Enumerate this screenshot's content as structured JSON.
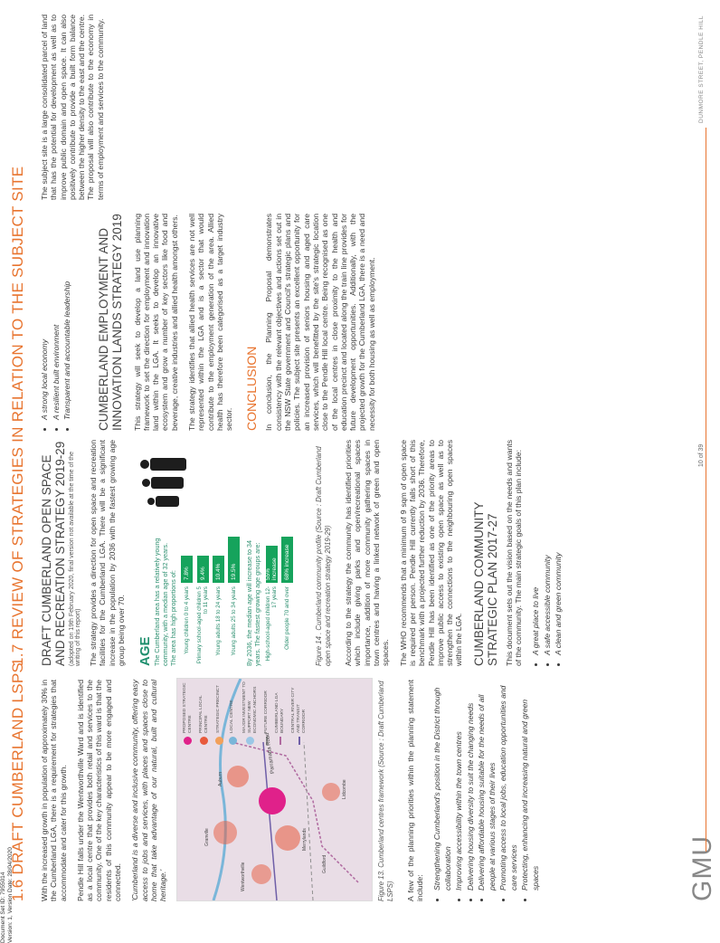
{
  "sec16": {
    "title": "1.6   DRAFT CUMBERLAND LSPS",
    "p1": "With the increased growth in population of approximately 30% in the Cumberland LGA, there is a requirement for strategies that accommodate and cater for this growth.",
    "p2": "Pendle Hill falls under the Wentworthville Ward and is identified as a local centre that provides both retail and services to the community. One of the key characteristics of this ward is that the residents of this community appear to be more engaged and connected.",
    "quote": "'Cumberland is a diverse and inclusive community, offering easy access to jobs and services, with places and spaces close to home that take advantage of our natural, built and cultural heritage.'",
    "map_caption": "Figure 13.   Cumberland centres framework (Source : Draft Cumberland LSPS)",
    "map_legend": [
      "PROPOSED STRATEGIC CENTRE",
      "PRINCIPAL LOCAL CENTRE",
      "STRATEGIC PRECINCT",
      "LOCAL CENTRE",
      "MAJOR INVESTMENT TO SUPPORT NEW ECONOMIC ANCHORS",
      "FUTURE CORRIDOR",
      "CUMBERLAND LGA BOUNDARY",
      "CENTRAL RIVER CITY AND TRANSIT CORRIDOR"
    ],
    "map_labels": [
      "Parramatta Road",
      "Wentworthville",
      "Merrylands",
      "Granville",
      "Auburn",
      "Lidcombe",
      "Guildford"
    ],
    "priorities_intro": "A few of the planning priorities within the planning statement include:",
    "priorities": [
      "Strengthening Cumberland's position in the District through collaboration",
      "Improving accessibility within the town centres",
      "Delivering housing diversity to suit the changing needs",
      "Delivering affordable housing suitable for the needs of all people at various stages of their lives",
      "Promoting access to local jobs, education opportunities and care services",
      "Protecting, enhancing and increasing natural and green spaces"
    ]
  },
  "sec17": {
    "title": "1.7   REVIEW OF STRATEGIES IN RELATION TO THE SUBJECT SITE",
    "open_space_heading": "DRAFT CUMBERLAND OPEN SPACE AND RECREATION STRATEGY 2019-29",
    "open_space_note": "(adopted on 19th February 2020, final version not available at the time of the writing of this report)",
    "open_space_p1": "The strategy provides a direction for open space and recreation facilities for the Cumberland LGA. There will be a significant increase in the population by 2036 with the fastest growing age group being over 70.",
    "age": {
      "title": "AGE",
      "text1": "The Cumberland area has a relatively young community, with a median age of 32 years.",
      "text2": "The area has high proportions of:",
      "bars": [
        {
          "label": "Young children 0 to 4 years",
          "value": "7.8%",
          "pct": 7.8
        },
        {
          "label": "Primary school-aged children 5 to 11 years",
          "value": "9.4%",
          "pct": 9.4
        },
        {
          "label": "Young adults 18 to 24 years",
          "value": "10.4%",
          "pct": 10.4
        },
        {
          "label": "Young adults 25 to 34 years",
          "value": "19.5%",
          "pct": 19.5
        }
      ],
      "text3": "By 2036, the median age will increase to 34 years. The fastest growing age groups are:",
      "growth": [
        {
          "label": "High-school-aged children 12-17 years",
          "value": "55% increase",
          "pct": 55
        },
        {
          "label": "Older people 70 and over",
          "value": "68% increase",
          "pct": 68
        }
      ]
    },
    "age_caption": "Figure 14 .   Cumberland community profile (Source : Draft Cumberland open space and recreation strategy 2019-29)",
    "open_space_p2": "According to the strategy the community has identified priorities which include giving parks and open/recreational spaces importance, addition of more community gathering spaces in town centres and having a linked network of green and open spaces.",
    "open_space_p3": "The WHO recommends that a minimum of 9 sqm of open space is required per person. Pendle Hill currently falls short of this benchmark with a projected further reduction by 2036. Therefore, Pendle Hill has been identified as one of the priority areas to improve public access to existing open space as well as to strengthen the connections to the neighbouring open spaces within the LGA.",
    "csp_heading": "CUMBERLAND  COMMUNITY STRATEGIC PLAN 2017-27",
    "csp_p1": "This document sets out the vision based on the needs and wants of the community. The main strategic goals of this plan include:",
    "csp_goals_a": [
      "A great place to live",
      "A safe accessible community",
      "A clean and green community"
    ],
    "csp_goals_b": [
      "A strong local economy",
      "A resilient built environment",
      "Transparent and accountable leadership"
    ],
    "elis_heading": "CUMBERLAND EMPLOYMENT AND INNOVATION LANDS STRATEGY 2019",
    "elis_p1": "This strategy will seek to develop a land use planning framework to set the direction for employment and innovation land within the LGA. It seeks to develop an innovative ecosystem and grow a number of key sectors like food and beverage, creative industries and allied health amongst others.",
    "elis_p2": "The strategy identifies that allied health services are not well represented within the LGA and is a sector that would contribute to the employment generation of the area. Allied health has therefore been categorised as a target industry sector.",
    "conclusion_heading": "CONCLUSION",
    "conclusion_p1": "In conclusion, the Planning Proposal demonstrates consistency with the relevant objectives and actions set out in the NSW State government and Council's strategic plans and policies. The subject site presents an excellent opportunity for an increased provision of seniors housing and aged care services, which will benefitted by the site's strategic location close to the Pendle Hill local centre. Being recognised as one of the local centres in close proximity to the health and education precinct and located along the train line provides for future development opportunities. Additionally, with the projected growth for the Cumberland LGA, there is a need and necessity for both housing as well as employment.",
    "conclusion_p2": "The subject site is a large consolidated parcel of land that has the potential for development as well as to improve public domain and open space. It can also positively contribute to provide a built form balance between the higher density to the east and the centre. The proposal will also contribute to the economy in terms of employment and services to the community."
  },
  "footer": {
    "logo": "GMU",
    "page": "10 of 39",
    "right": "DUNMORE STREET, PENDLE HILL",
    "docset": "Document Set ID: 7955014",
    "version": "Version: 1, Version Date: 28/04/2020"
  },
  "colors": {
    "accent": "#e8742f",
    "green": "#16a35c"
  }
}
